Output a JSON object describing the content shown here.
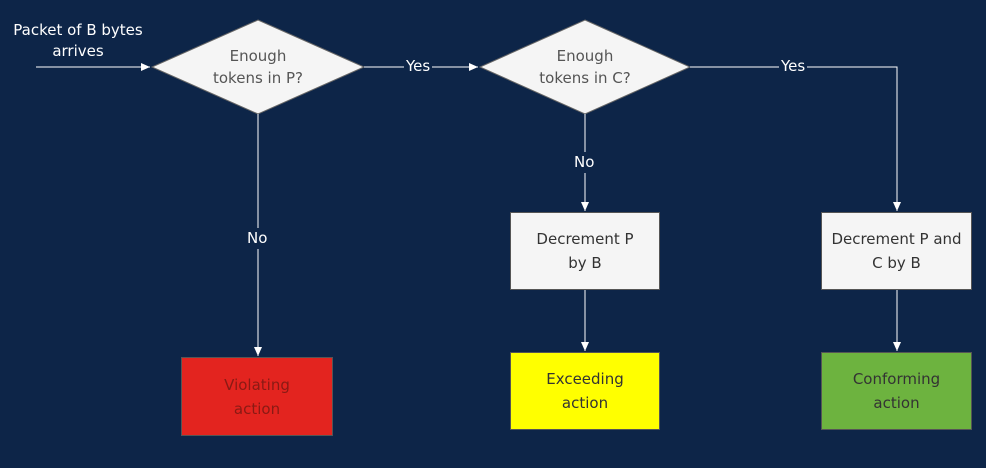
{
  "start_text": "Packet of B bytes\narrives",
  "decision_p": "Enough\ntokens in P?",
  "decision_c": "Enough\ntokens in C?",
  "labels": {
    "yes_1": "Yes",
    "yes_2": "Yes",
    "no_1": "No",
    "no_2": "No"
  },
  "box_decrement_p": "Decrement P\nby B",
  "box_decrement_pc": "Decrement P and\nC by B",
  "out_violating": "Violating\naction",
  "out_exceeding": "Exceeding\naction",
  "out_conforming": "Conforming\naction",
  "colors": {
    "background": "#0d2548",
    "violating": "#e3241f",
    "exceeding": "#ffff00",
    "conforming": "#6db33f",
    "box": "#f5f5f5"
  }
}
